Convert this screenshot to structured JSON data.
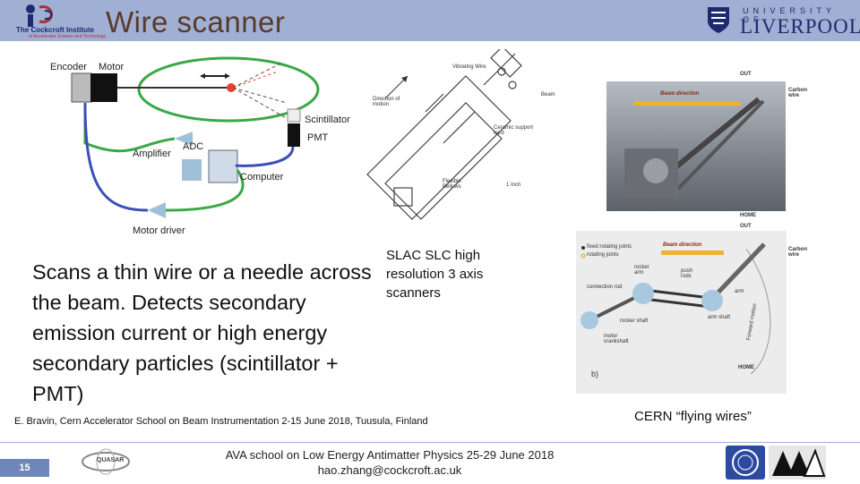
{
  "header": {
    "title": "Wire scanner",
    "institute_line1": "The Cockcroft Institute",
    "institute_line2": "of Accelerator Science and Technology",
    "university_top": "UNIVERSITY OF",
    "university_main": "LIVERPOOL"
  },
  "diagram1": {
    "encoder": "Encoder",
    "motor": "Motor",
    "scintillator": "Scintillator",
    "pmt": "PMT",
    "adc": "ADC",
    "amplifier": "Amplifier",
    "computer": "Computer",
    "motor_driver": "Motor driver"
  },
  "diagram2": {
    "vibrating_wire": "Vibrating Wire",
    "direction_of_motion": "Direction of motion",
    "beam": "Beam",
    "ceramic_support_card": "Ceramic support card",
    "flexible_bellows": "Flexible Bellows",
    "one_inch": "1 Inch"
  },
  "photo_top": {
    "beam_direction": "Beam direction",
    "carbon_wire": "Carbon wire",
    "out": "OUT",
    "home": "HOME"
  },
  "photo_bottom": {
    "legend_fixed": "fixed rotating joints",
    "legend_rotating": "rotating joints",
    "beam_direction": "Beam direction",
    "out": "OUT",
    "carbon_wire": "Carbon wire",
    "rocker_arm": "rocker arm",
    "push_rods": "push rods",
    "connection_rod": "connection rod",
    "arm": "arm",
    "rocker_shaft": "rocker shaft",
    "arm_shaft": "arm shaft",
    "motor_crankshaft": "motor crankshaft",
    "fork_motion": "Forward motion",
    "home": "HOME",
    "panel": "b)"
  },
  "body": {
    "scan_description": "Scans a thin wire or a needle across the beam. Detects secondary emission current or high energy secondary particles (scintillator + PMT)",
    "slac_caption": "SLAC SLC high resolution 3 axis scanners",
    "reference": "E. Bravin, Cern Accelerator School on Beam Instrumentation 2-15 June 2018, Tuusula, Finland",
    "cern_caption": "CERN “flying wires”"
  },
  "footer": {
    "page_number": "15",
    "line1": "AVA school on Low Energy Antimatter Physics 25-29 June 2018",
    "line2": "hao.zhang@cockcroft.ac.uk",
    "quasar_logo": "QUASAR"
  },
  "colors": {
    "header_bg": "#9fb0d4",
    "title_color": "#5a3a2a",
    "liverpool_blue": "#1d2b6e",
    "page_num_bg": "#6f86b8"
  }
}
